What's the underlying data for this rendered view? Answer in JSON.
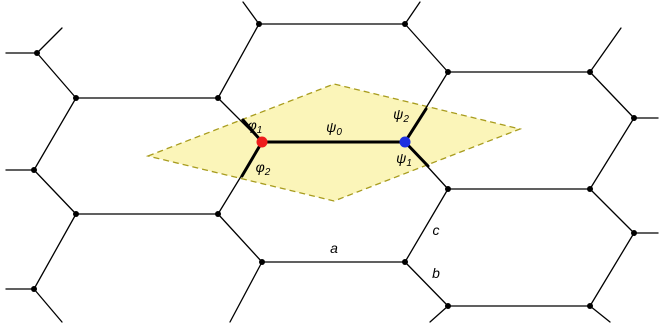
{
  "colors": {
    "cell_fill": "#fbf5b9",
    "cell_stroke": "#a89c1e",
    "site_a": "#ee1c1c",
    "site_b": "#1c2fe0"
  },
  "labels": {
    "phi1": {
      "base": "φ",
      "sub": "1"
    },
    "phi2": {
      "base": "φ",
      "sub": "2"
    },
    "psi0": {
      "base": "ψ",
      "sub": "0"
    },
    "psi1": {
      "base": "ψ",
      "sub": "1"
    },
    "psi2": {
      "base": "ψ",
      "sub": "2"
    },
    "a": "a",
    "b": "b",
    "c": "c"
  }
}
